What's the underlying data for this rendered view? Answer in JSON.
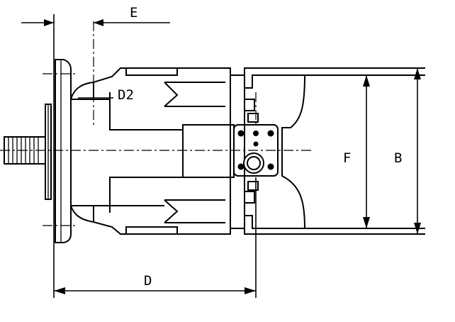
{
  "labels": {
    "e": "E",
    "d2": "D2",
    "f": "F",
    "b": "B",
    "d": "D"
  }
}
